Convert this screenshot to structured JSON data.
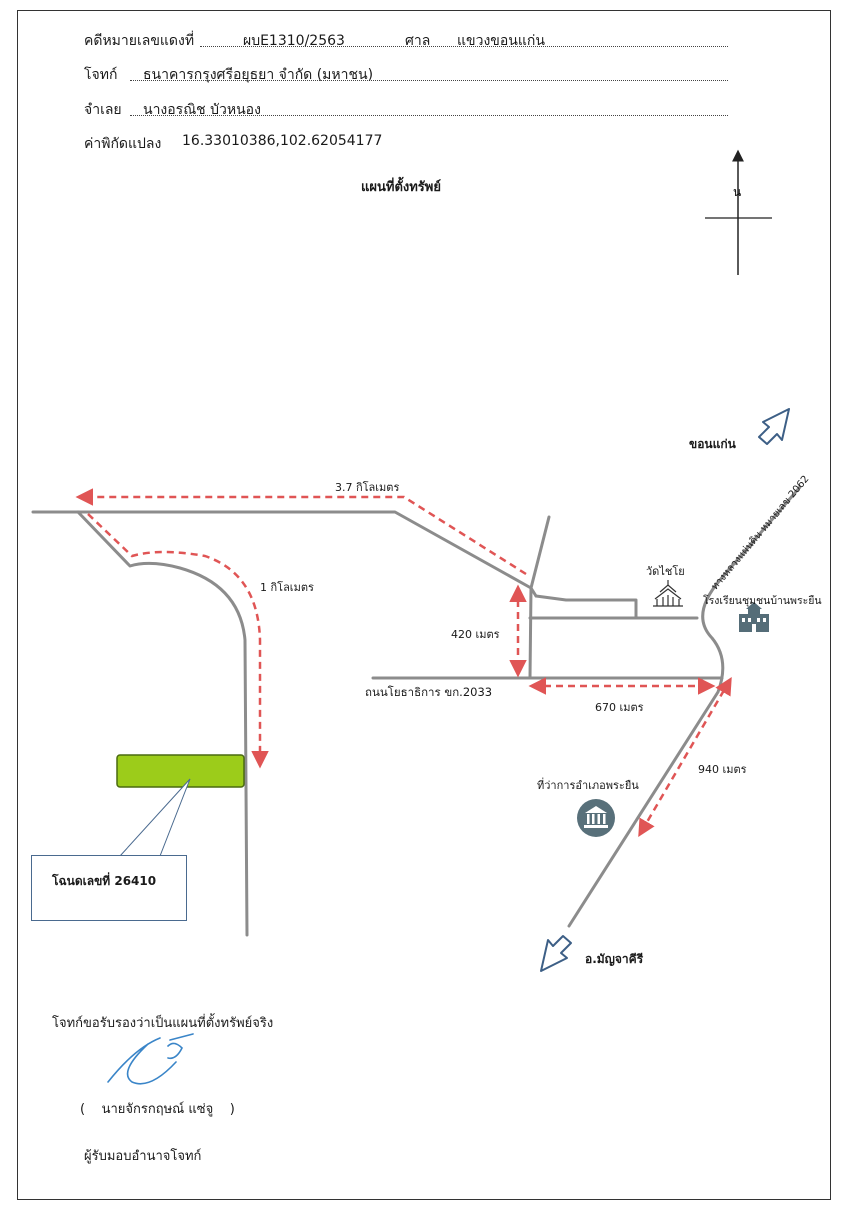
{
  "header": {
    "case_label": "คดีหมายเลขแดงที่",
    "case_no": "ผบE1310/2563",
    "court_label": "ศาล",
    "court_name": "แขวงขอนแก่น",
    "plaintiff_label": "โจทก์",
    "plaintiff_name": "ธนาคารกรุงศรีอยุธยา จำกัด (มหาชน)",
    "defendant_label": "จำเลย",
    "defendant_name": "นางอรณิช บัวหนอง",
    "coord_label": "ค่าพิกัดแปลง",
    "coord_value": "16.33010386,102.62054177"
  },
  "map": {
    "title": "แผนที่ตั้งทรัพย์",
    "north_label": "น",
    "labels": {
      "dist_km": "3.7 กิโลเมตร",
      "dist_1km": "1 กิโลเมตร",
      "dist_420": "420 เมตร",
      "dist_670": "670 เมตร",
      "dist_940": "940 เมตร",
      "road_2033": "ถนนโยธาธิการ ขก.2033",
      "highway_2062": "ทางหลวงแผ่นดิน หมายเลข 2062",
      "khon_kaen": "ขอนแก่น",
      "manja_khiri": "อ.มัญจาคีรี",
      "temple": "วัดไชโย",
      "school": "โรงเรียนชุมชนบ้านพระยืน",
      "district_office": "ที่ว่าการอำเภอพระยืน",
      "deed": "โฉนดเลขที่ 26410"
    },
    "colors": {
      "road": "#8c8c8c",
      "route": "#e05555",
      "arrow": "#3d5f86",
      "parcel": "#9ccc1a",
      "office_icon": "#58707a"
    }
  },
  "footer": {
    "certify": "โจทก์ขอรับรองว่าเป็นแผนที่ตั้งทรัพย์จริง",
    "name": "(    นายจักรกฤษณ์ แซ่จู    )",
    "role": "ผู้รับมอบอำนาจโจทก์"
  }
}
